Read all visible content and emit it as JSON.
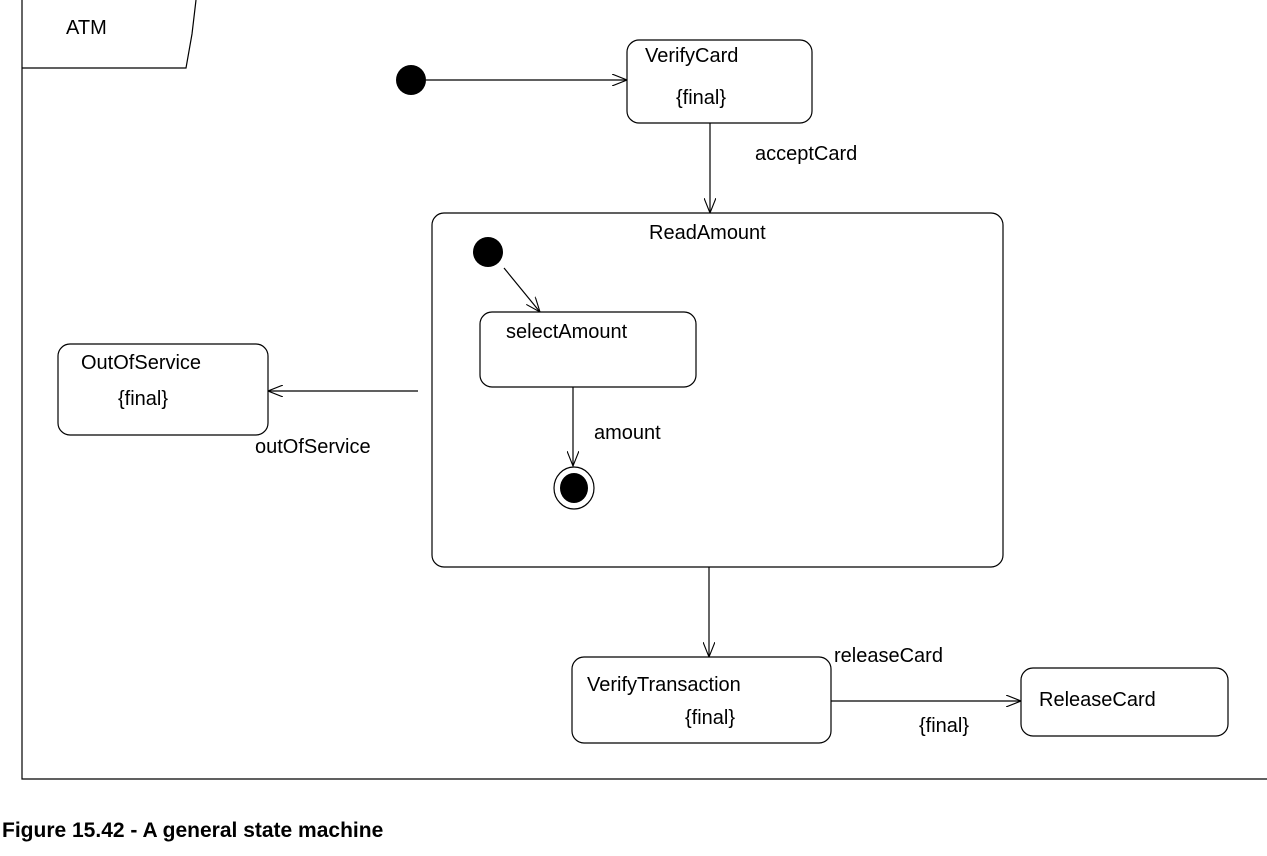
{
  "frame": {
    "title": "ATM"
  },
  "states": {
    "verify_card": {
      "name": "VerifyCard",
      "constraint": "{final}"
    },
    "read_amount": {
      "name": "ReadAmount"
    },
    "select_amount": {
      "name": "selectAmount"
    },
    "out_of_service": {
      "name": "OutOfService",
      "constraint": "{final}"
    },
    "verify_transaction": {
      "name": "VerifyTransaction",
      "constraint": "{final}"
    },
    "release_card": {
      "name": "ReleaseCard"
    }
  },
  "transitions": {
    "accept_card": {
      "label": "acceptCard"
    },
    "amount": {
      "label": "amount"
    },
    "out_of_service": {
      "label": "outOfService"
    },
    "release_card": {
      "label": "releaseCard",
      "constraint": "{final}"
    }
  },
  "caption": "Figure 15.42 - A general state machine"
}
